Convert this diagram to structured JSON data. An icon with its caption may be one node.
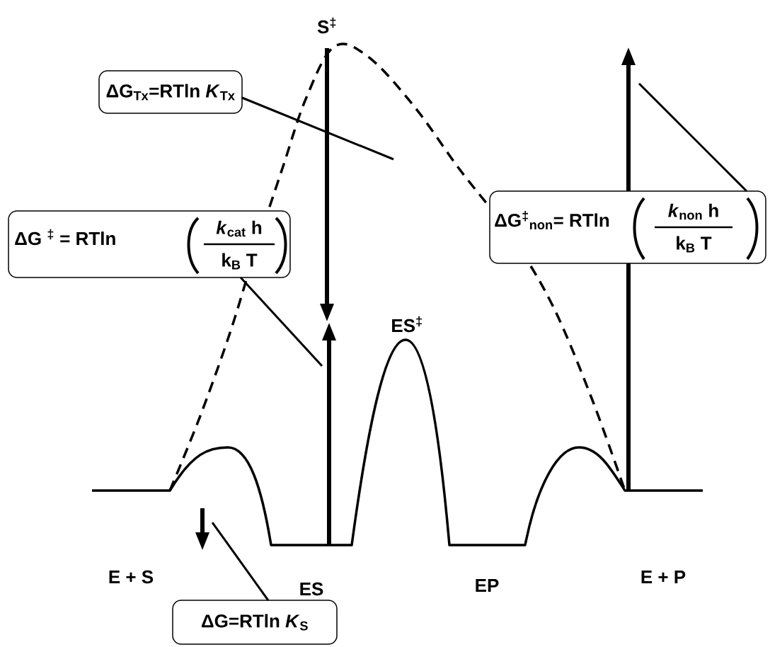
{
  "diagram": {
    "nodes": [
      {
        "text": [
          "S$^{‡}$"
        ]
      },
      {
        "text": [
          "ΔG$_{Tx}$=RTln *K*$_{Tx}$"
        ]
      },
      {
        "text": [
          "ΔG $^{‡}$ = RTln",
          "*k*$_{cat}$ h",
          "k$_{B}$ T"
        ]
      },
      {
        "text": [
          "ΔG$^{‡}$$_{non}$= RTln",
          "*k*$_{non}$ h",
          "k$_{B}$ T"
        ]
      },
      {
        "text": [
          "ES$^{‡}$"
        ]
      },
      {
        "text": [
          "E + S"
        ]
      },
      {
        "text": [
          "E + P"
        ]
      },
      {
        "text": [
          "ES"
        ]
      },
      {
        "text": [
          "EP"
        ]
      },
      {
        "text": [
          "ΔG=RTln *K*$_{S}$"
        ]
      }
    ],
    "edges": [
      {
        "from": 1,
        "to": null,
        "arrow": "none"
      },
      {
        "from": 2,
        "to": null,
        "arrow": "none"
      },
      {
        "from": 3,
        "to": null,
        "arrow": "none"
      },
      {
        "from": 9,
        "to": null,
        "arrow": "none"
      }
    ]
  }
}
